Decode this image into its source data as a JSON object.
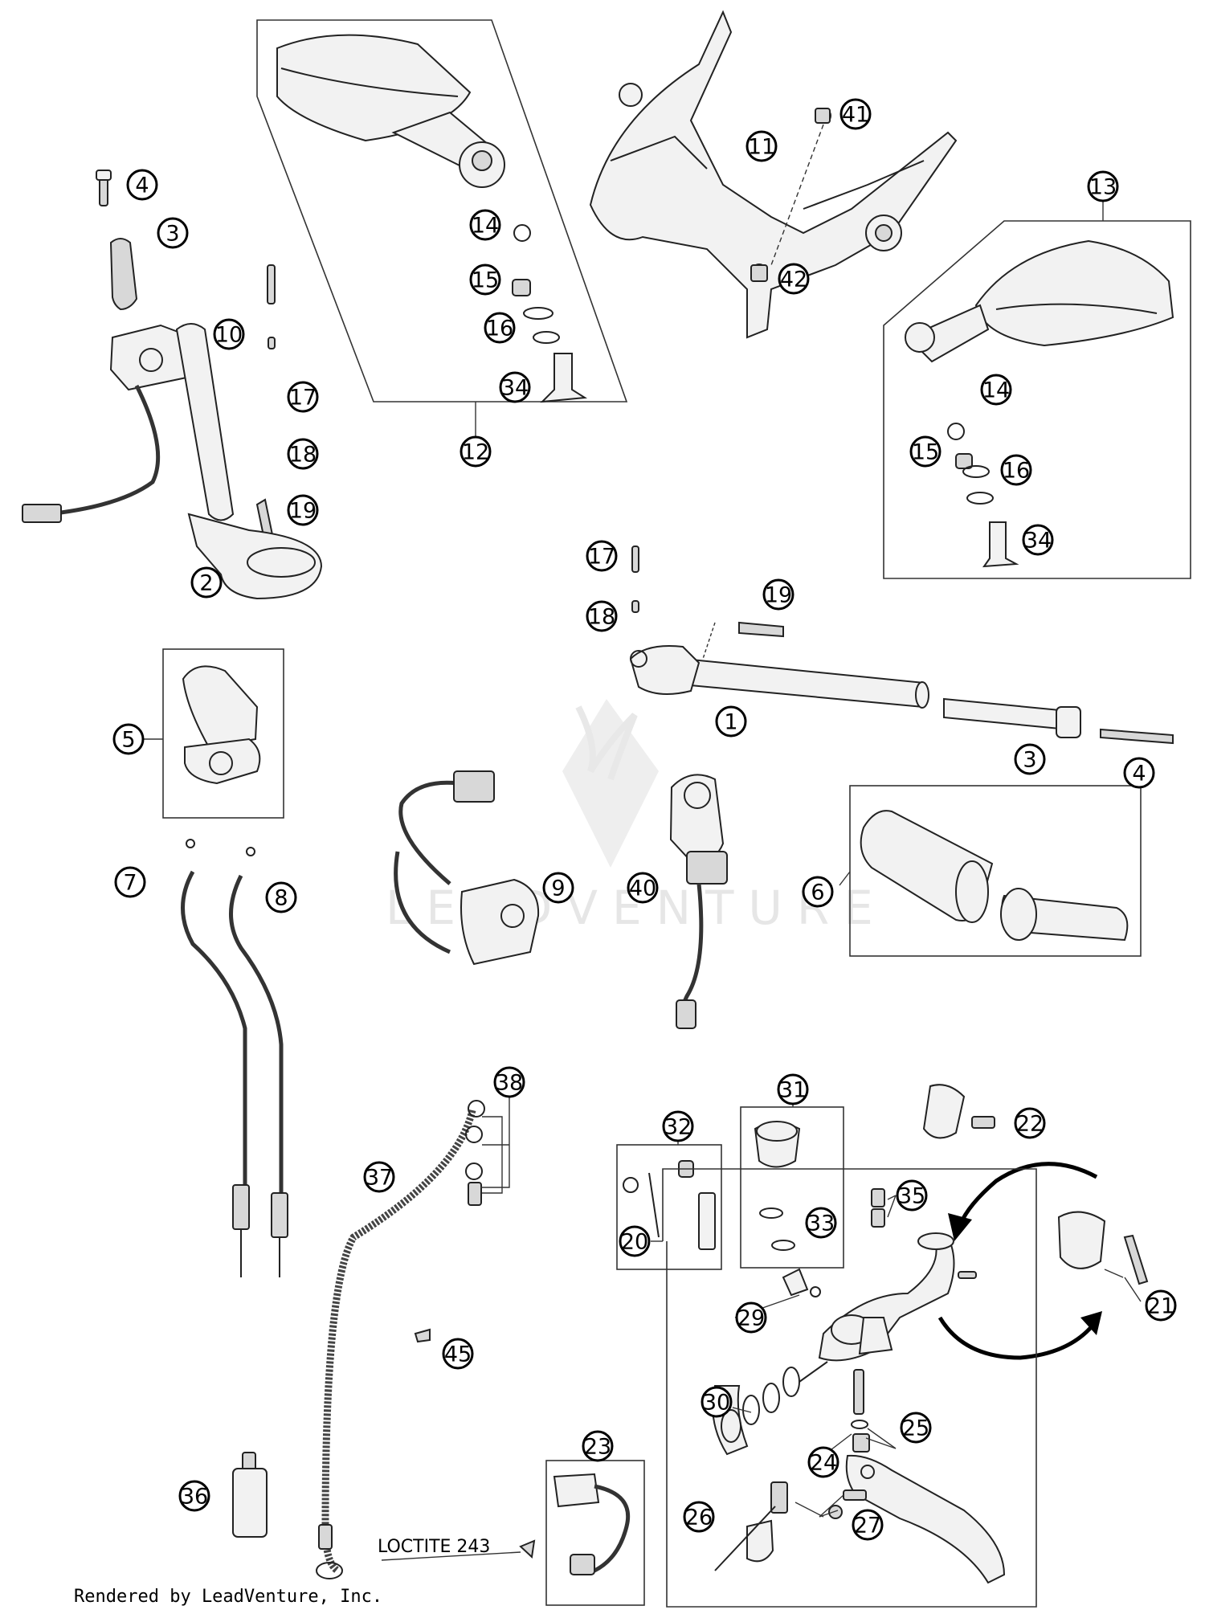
{
  "watermark": {
    "text": "LEADVENTURE"
  },
  "annotation": {
    "text": "LOCTITE 243"
  },
  "footer": {
    "text": "Rendered by LeadVenture, Inc."
  },
  "callouts": [
    "4",
    "3",
    "10",
    "17",
    "18",
    "19",
    "2",
    "12",
    "14",
    "15",
    "16",
    "34",
    "41",
    "11",
    "42",
    "13",
    "14",
    "15",
    "16",
    "34",
    "17",
    "18",
    "19",
    "1",
    "3",
    "4",
    "5",
    "9",
    "40",
    "6",
    "7",
    "8",
    "38",
    "37",
    "45",
    "36",
    "23",
    "32",
    "31",
    "33",
    "22",
    "35",
    "21",
    "20",
    "29",
    "30",
    "25",
    "24",
    "26",
    "27"
  ]
}
